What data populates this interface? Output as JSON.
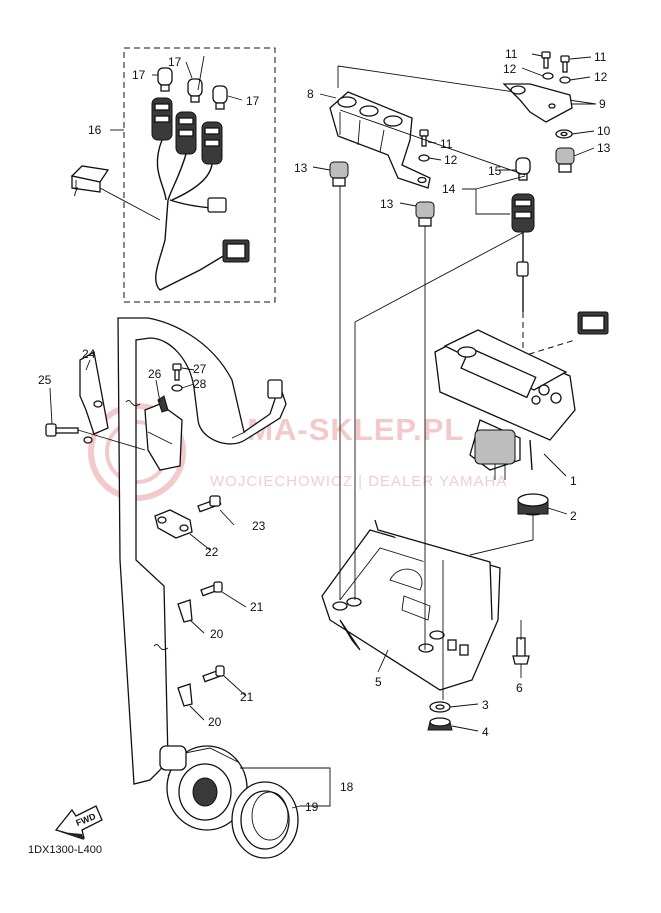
{
  "diagram": {
    "code": "1DX1300-L400",
    "fwd_label": "FWD",
    "watermark": {
      "brand": "YAMA-SKLEP.PL",
      "dealer": "WOJCIECHOWICZ | DEALER YAMAHA"
    },
    "callouts": [
      "1",
      "2",
      "3",
      "4",
      "5",
      "6",
      "7",
      "8",
      "9",
      "10",
      "11",
      "11",
      "11",
      "12",
      "12",
      "12",
      "13",
      "13",
      "13",
      "14",
      "15",
      "16",
      "17",
      "17",
      "17",
      "18",
      "19",
      "20",
      "20",
      "21",
      "21",
      "22",
      "23",
      "24",
      "25",
      "26",
      "27",
      "28"
    ]
  }
}
